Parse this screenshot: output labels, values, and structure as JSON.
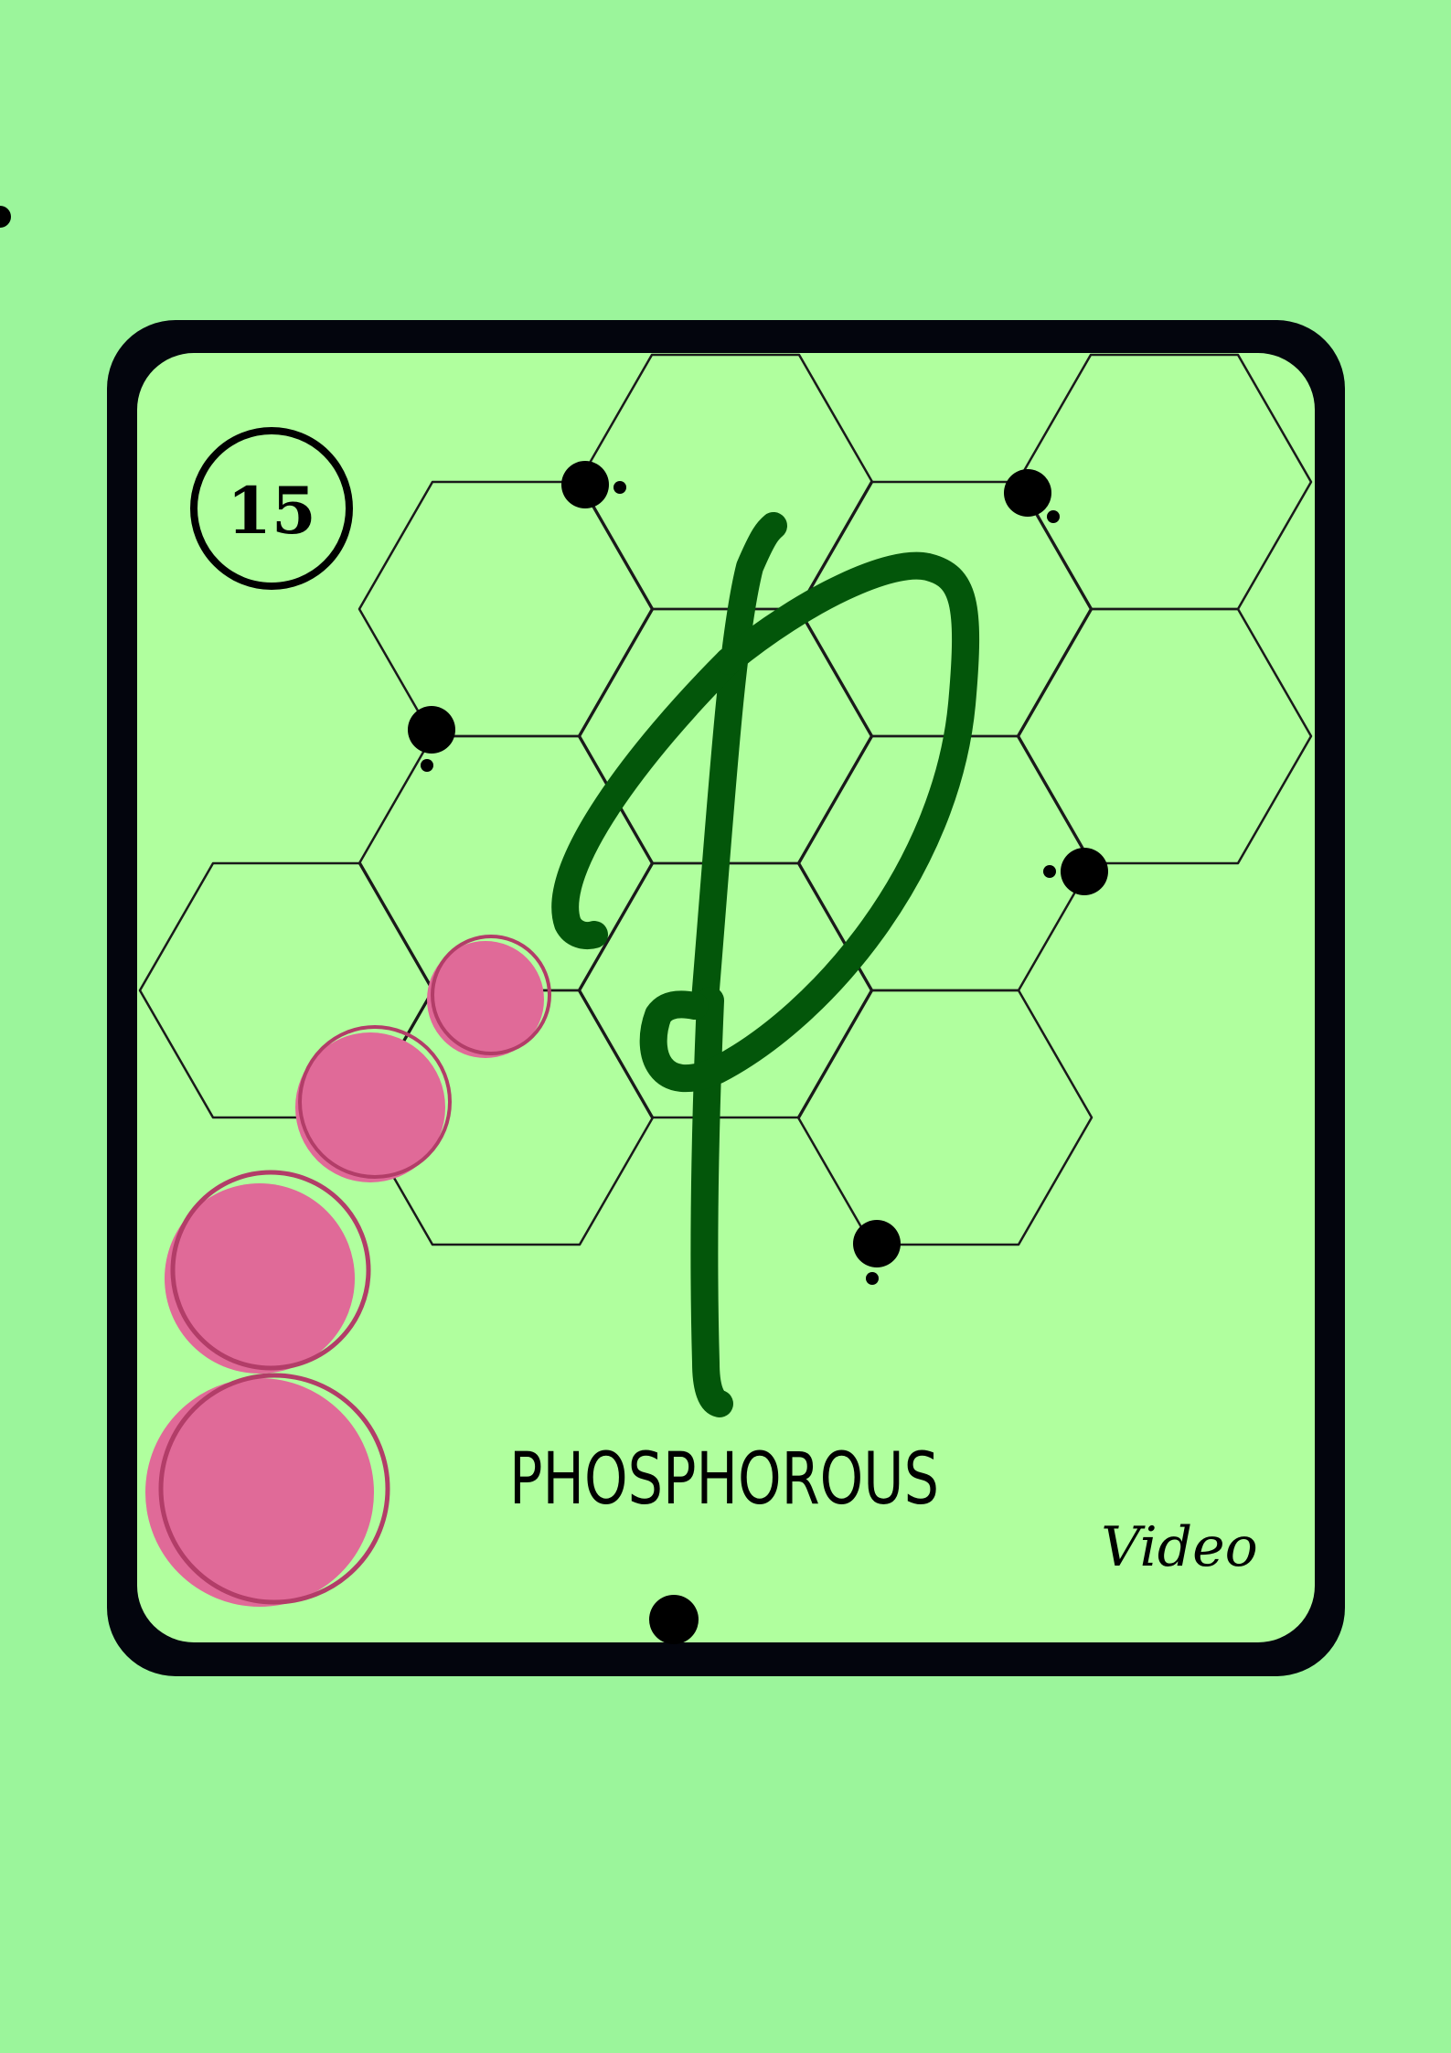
{
  "card": {
    "atomic_number": "15",
    "symbol": "P",
    "element_name": "PHOSPHOROUS",
    "category": "Video"
  },
  "colors": {
    "page_background": "#9bf59b",
    "card_fill": "#b0ff9e",
    "card_border": "#03050d",
    "hex_stroke": "#1a1a1a",
    "symbol_stroke": "#03560a",
    "bubble_fill": "#e06a98",
    "bubble_ring": "#b23d68",
    "dot": "#000000"
  }
}
